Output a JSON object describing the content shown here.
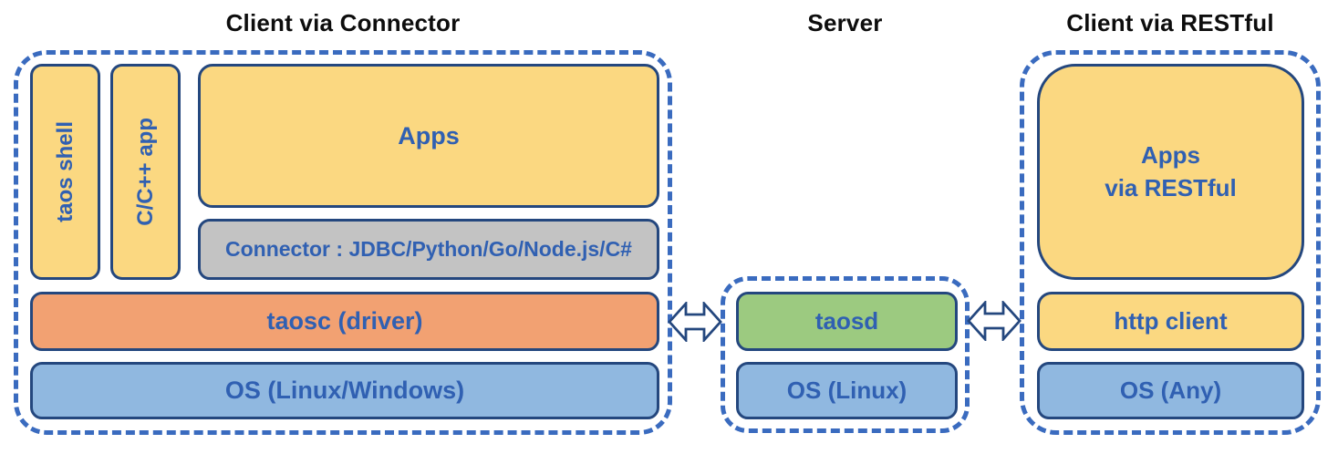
{
  "palette": {
    "dash_blue": "#3A6BBF",
    "box_border": "#24477E",
    "label_blue": "#3060B2",
    "yellow": "#FBD881",
    "orange": "#F2A172",
    "green": "#9CCA80",
    "blue": "#90B8E0",
    "gray": "#C3C3C3",
    "title_black": "#0D0D0D"
  },
  "sections": {
    "connector_client": {
      "title": "Client via Connector",
      "taos_shell": "taos shell",
      "cpp_app": "C/C++ app",
      "apps": "Apps",
      "connector": "Connector : JDBC/Python/Go/Node.js/C#",
      "taosc": "taosc (driver)",
      "os": "OS (Linux/Windows)"
    },
    "server": {
      "title": "Server",
      "taosd": "taosd",
      "os": "OS (Linux)"
    },
    "restful_client": {
      "title": "Client via RESTful",
      "apps": "Apps\nvia RESTful",
      "http_client": "http client",
      "os": "OS (Any)"
    }
  },
  "icons": {
    "left_arrow": "bidirectional-arrow",
    "right_arrow": "bidirectional-arrow"
  }
}
